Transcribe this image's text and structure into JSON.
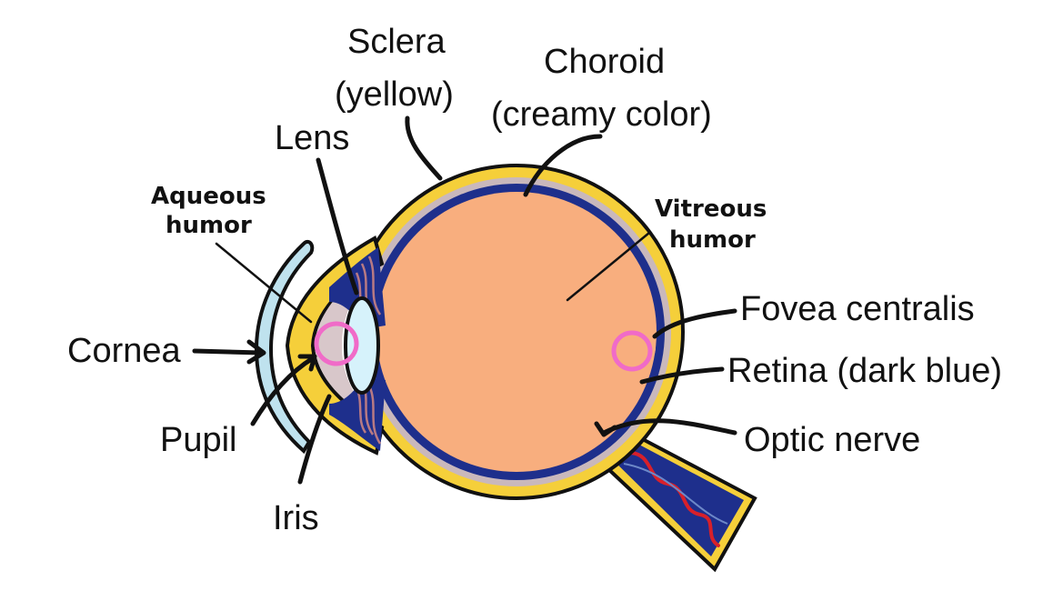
{
  "labels": {
    "sclera_line1": "Sclera",
    "sclera_line2": "(yellow)",
    "choroid_line1": "Choroid",
    "choroid_line2": "(creamy color)",
    "lens": "Lens",
    "aqueous_line1": "Aqueous",
    "aqueous_line2": "humor",
    "vitreous_line1": "Vitreous",
    "vitreous_line2": "humor",
    "fovea": "Fovea centralis",
    "cornea": "Cornea",
    "retina": "Retina (dark blue)",
    "pupil": "Pupil",
    "optic_nerve": "Optic nerve",
    "iris": "Iris"
  },
  "colors": {
    "sclera": "#f5cf3a",
    "choroid": "#c9b8bc",
    "retina": "#1e2f8c",
    "vitreous": "#f8ae7e",
    "cornea": "#bfe2ee",
    "aqueous": "#d8c7ca",
    "lens": "#d6f2fb",
    "iris_fibers": "#b87a83",
    "blood_vessel": "#d8202a",
    "highlight_circle": "#f06bc8"
  }
}
